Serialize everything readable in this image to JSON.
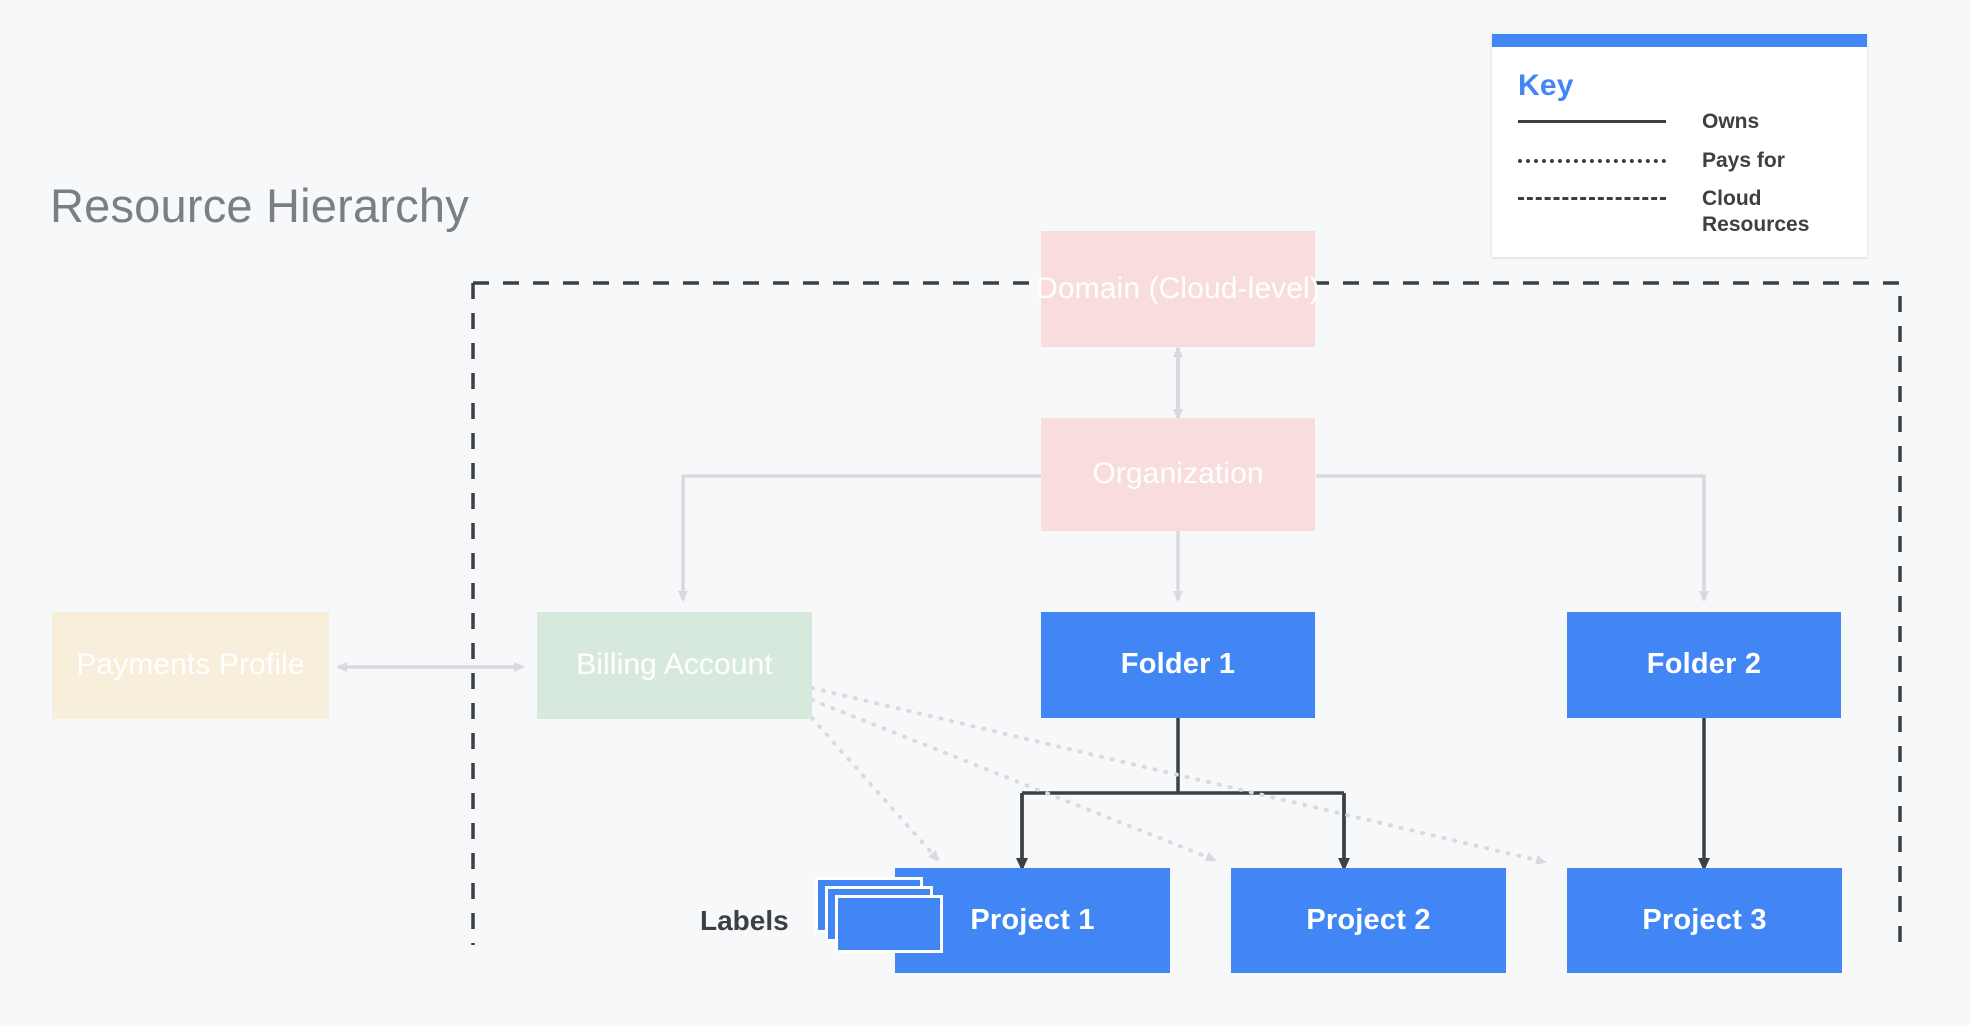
{
  "page": {
    "title": "Resource Hierarchy",
    "background_color": "#f6f8fa"
  },
  "colors": {
    "accent_blue": "#4285f4",
    "node_pink": "#f9dcdc",
    "node_green": "#d7e9dd",
    "node_cream": "#f7efdc",
    "node_blue": "#4285f4",
    "edge_light_gray": "#d8dadd",
    "edge_dark_gray": "#3c4043",
    "title_gray": "#7b7f84"
  },
  "key": {
    "title": "Key",
    "rows": [
      {
        "style": "solid",
        "label": "Owns"
      },
      {
        "style": "dotted",
        "label": "Pays for"
      },
      {
        "style": "dashed",
        "label": "Cloud Resources"
      }
    ]
  },
  "labels_annotation": {
    "text": "Labels",
    "icon": "stacked-cards-icon"
  },
  "nodes": {
    "domain": {
      "label": "Domain (Cloud-level)",
      "color": "#f9dcdc",
      "text_color": "#ffffff"
    },
    "organization": {
      "label": "Organization",
      "color": "#f9dcdc",
      "text_color": "#ffffff"
    },
    "payments_profile": {
      "label": "Payments Profile",
      "color": "#f7efdc",
      "text_color": "#ffffff"
    },
    "billing_account": {
      "label": "Billing Account",
      "color": "#d7e9dd",
      "text_color": "#ffffff"
    },
    "folder1": {
      "label": "Folder 1",
      "color": "#4285f4",
      "text_color": "#ffffff"
    },
    "folder2": {
      "label": "Folder 2",
      "color": "#4285f4",
      "text_color": "#ffffff"
    },
    "project1": {
      "label": "Project 1",
      "color": "#4285f4",
      "text_color": "#ffffff"
    },
    "project2": {
      "label": "Project 2",
      "color": "#4285f4",
      "text_color": "#ffffff"
    },
    "project3": {
      "label": "Project 3",
      "color": "#4285f4",
      "text_color": "#ffffff"
    }
  },
  "edges": [
    {
      "from": "domain",
      "to": "organization",
      "style": "owns-bidirectional",
      "color": "#d8dadd"
    },
    {
      "from": "organization",
      "to": "billing_account",
      "style": "owns",
      "color": "#d8dadd"
    },
    {
      "from": "organization",
      "to": "folder1",
      "style": "owns",
      "color": "#d8dadd"
    },
    {
      "from": "organization",
      "to": "folder2",
      "style": "owns",
      "color": "#d8dadd"
    },
    {
      "from": "payments_profile",
      "to": "billing_account",
      "style": "owns-bidirectional",
      "color": "#d8dadd"
    },
    {
      "from": "folder1",
      "to": "project1",
      "style": "owns",
      "color": "#3c4043"
    },
    {
      "from": "folder1",
      "to": "project2",
      "style": "owns",
      "color": "#3c4043"
    },
    {
      "from": "folder2",
      "to": "project3",
      "style": "owns",
      "color": "#3c4043"
    },
    {
      "from": "billing_account",
      "to": "project1",
      "style": "pays-for",
      "color": "#d8dadd"
    },
    {
      "from": "billing_account",
      "to": "project2",
      "style": "pays-for",
      "color": "#d8dadd"
    },
    {
      "from": "billing_account",
      "to": "project3",
      "style": "pays-for",
      "color": "#d8dadd"
    },
    {
      "from": "cloud-resources-boundary",
      "to": "",
      "style": "dashed-region",
      "color": "#3c4043"
    }
  ]
}
